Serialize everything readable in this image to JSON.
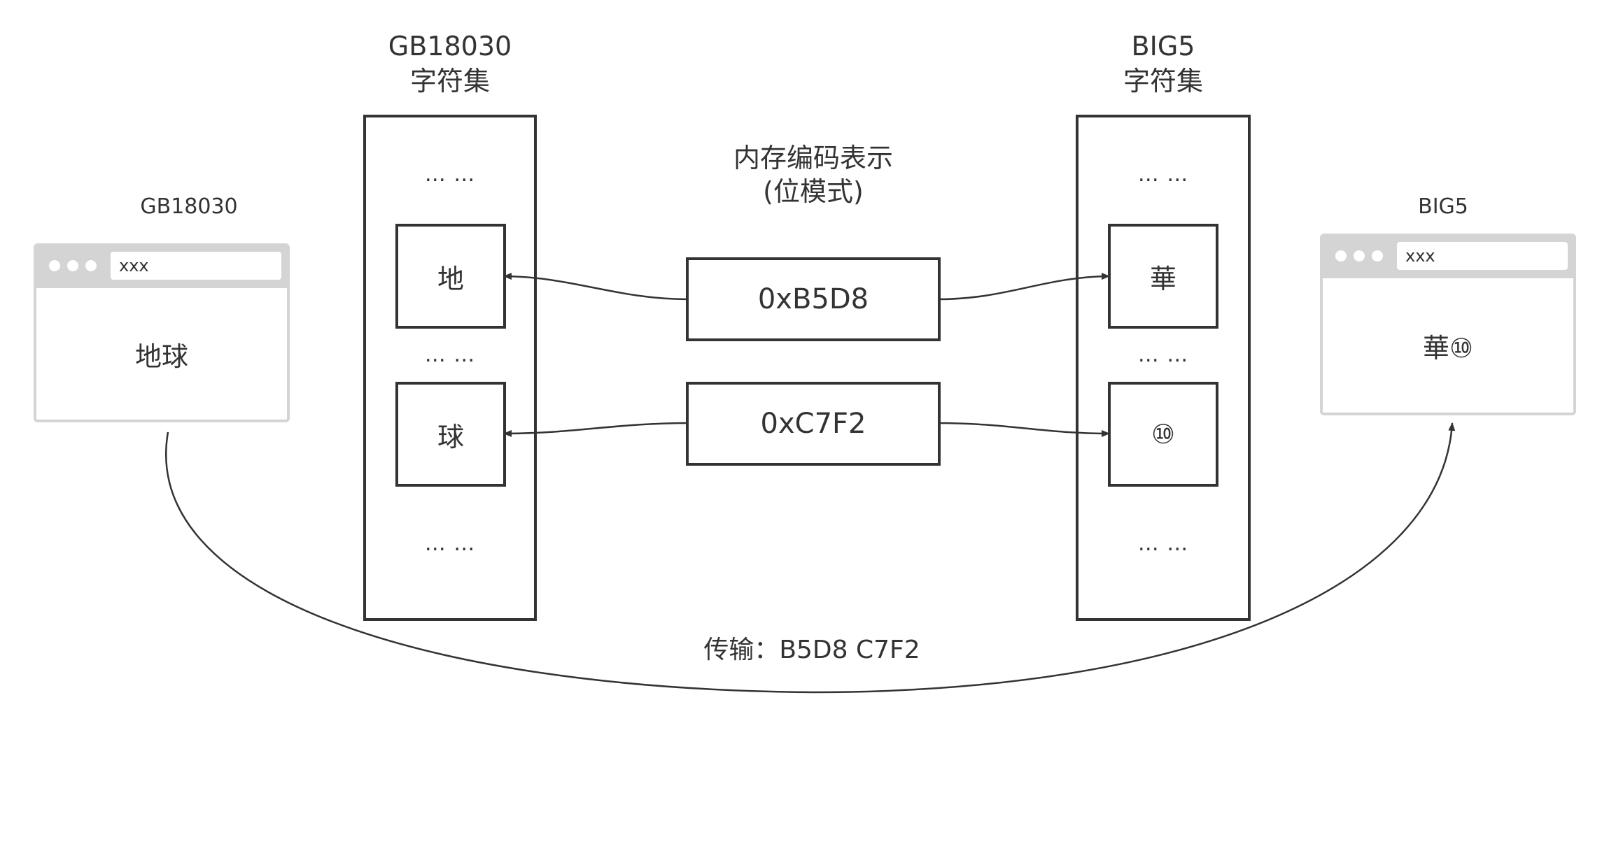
{
  "left_browser": {
    "title": "GB18030",
    "address": "xxx",
    "content": "地球"
  },
  "right_browser": {
    "title": "BIG5",
    "address": "xxx",
    "content": "華⑩"
  },
  "gb_charset": {
    "title_line1": "GB18030",
    "title_line2": "字符集",
    "ellipsis_top": "… …",
    "cell1": "地",
    "ellipsis_mid": "… …",
    "cell2": "球",
    "ellipsis_bottom": "… …"
  },
  "big5_charset": {
    "title_line1": "BIG5",
    "title_line2": "字符集",
    "ellipsis_top": "… …",
    "cell1": "華",
    "ellipsis_mid": "… …",
    "cell2": "⑩",
    "ellipsis_bottom": "… …"
  },
  "memory": {
    "title_line1": "内存编码表示",
    "title_line2": "(位模式)",
    "code1": "0xB5D8",
    "code2": "0xC7F2"
  },
  "transfer_label": "传输：B5D8 C7F2",
  "colors": {
    "stroke": "#333333",
    "browser_chrome": "#d4d4d4"
  }
}
